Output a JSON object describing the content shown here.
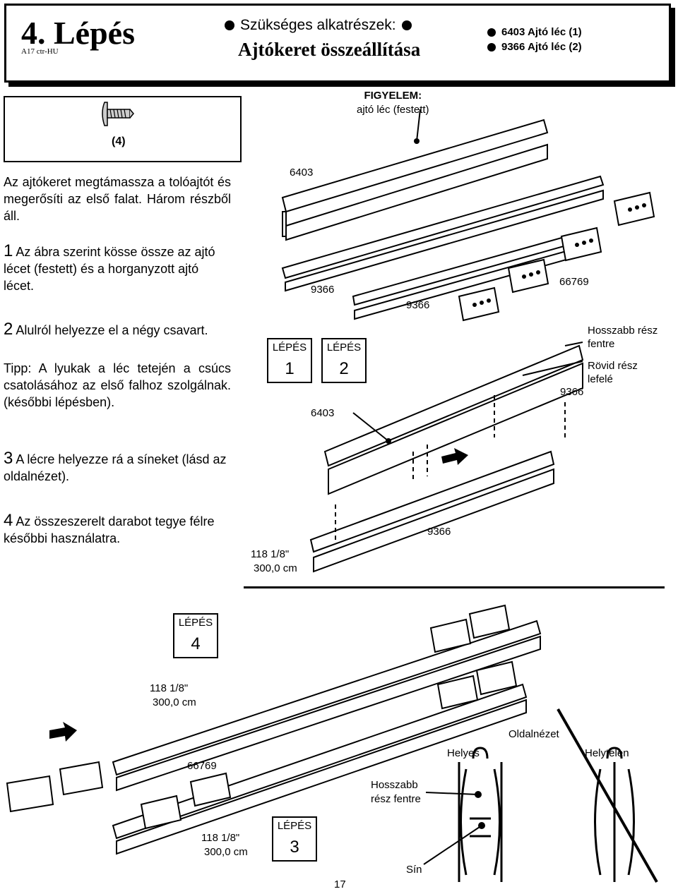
{
  "header": {
    "step_title": "4. Lépés",
    "doc_code": "A17 ctr-HU",
    "parts_label": "Szükséges alkatrészek:",
    "subtitle": "Ajtókeret összeállítása",
    "parts": [
      {
        "text": "6403 Ajtó léc  (1)"
      },
      {
        "text": "9366 Ajtó léc  (2)"
      }
    ]
  },
  "screw": {
    "qty": "(4)"
  },
  "instructions": {
    "intro": "Az ajtókeret megtámassza a tolóajtót és megerősíti az első falat. Három részből áll.",
    "step1_num": "1",
    "step1_text": "Az ábra szerint kösse össze az ajtó lécet (festett) és a horganyzott ajtó lécet.",
    "step2_num": "2",
    "step2_text": "Alulról helyezze el a négy csavart.",
    "tip_label": "Tipp:",
    "tip_text": "A lyukak a léc tetején a csúcs csatolásához az első falhoz szolgálnak. (későbbi lépésben).",
    "step3_num": "3",
    "step3_text": "A lécre helyezze rá a síneket (lásd az oldalnézet).",
    "step4_num": "4",
    "step4_text": "Az összeszerelt darabot tegye félre későbbi használatra."
  },
  "labels": {
    "figyelem": "FIGYELEM:",
    "figyelem_sub": "ajtó léc (festett)",
    "p6403_a": "6403",
    "p9366_a": "9366",
    "p9366_b": "9366",
    "p66769_a": "66769",
    "hosszabb": "Hosszabb rész fentre",
    "rovid": "Rövid rész lefelé",
    "p9366_c": "9366",
    "p6403_b": "6403",
    "p9366_d": "9366",
    "len1_in": "118 1/8\"",
    "len1_cm": "300,0 cm",
    "len2_in": "118 1/8\"",
    "len2_cm": "300,0 cm",
    "p66769_b": "66769",
    "len3_in": "118 1/8\"",
    "len3_cm": "300,0 cm",
    "oldalnezet": "Oldalnézet",
    "helyes": "Helyes",
    "helytelen": "Helytelen",
    "hosszabb2": "Hosszabb rész fentre",
    "sin": "Sín",
    "page_num": "17"
  },
  "stepboxes": [
    {
      "word": "LÉPÉS",
      "num": "1"
    },
    {
      "word": "LÉPÉS",
      "num": "2"
    },
    {
      "word": "LÉPÉS",
      "num": "4"
    },
    {
      "word": "LÉPÉS",
      "num": "3"
    }
  ]
}
